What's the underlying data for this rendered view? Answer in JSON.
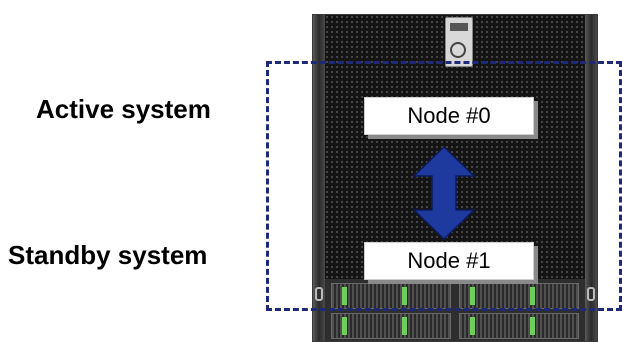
{
  "labels": {
    "active": "Active system",
    "standby": "Standby system"
  },
  "nodes": [
    {
      "label": "Node #0"
    },
    {
      "label": "Node #1"
    }
  ],
  "colors": {
    "frame": "#1e2a78",
    "arrow": "#1f3a9e",
    "arrow_edge": "#0c1a5c"
  },
  "icons": {
    "arrow": "double-headed-vertical-arrow",
    "logo": "vendor-logo-badge"
  }
}
